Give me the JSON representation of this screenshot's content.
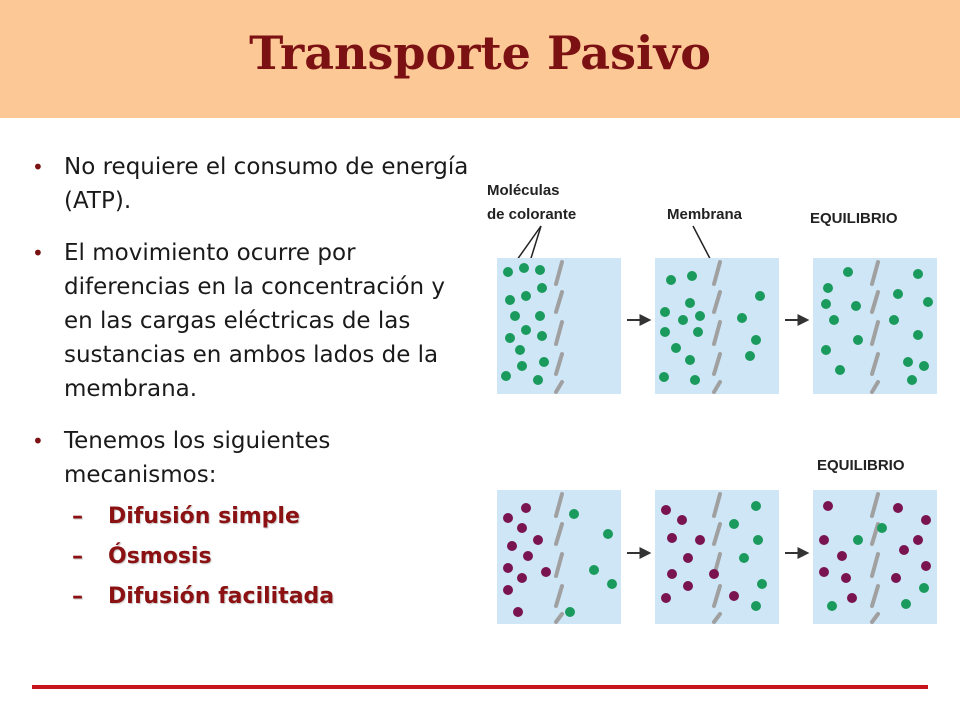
{
  "title": "Transporte Pasivo",
  "bullets": [
    "No requiere el consumo de energía (ATP).",
    "El movimiento ocurre por diferencias en la concentración y en las cargas eléctricas de las sustancias en ambos lados de la membrana.",
    "Tenemos los siguientes mecanismos:"
  ],
  "mechanisms": [
    "Difusión simple",
    "Ósmosis",
    "Difusión facilitada"
  ],
  "diagram": {
    "label_molecules_line1": "Moléculas",
    "label_molecules_line2": "de colorante",
    "label_membrane": "Membrana",
    "label_equilibrium_top": "EQUILIBRIO",
    "label_equilibrium_bottom": "EQUILIBRIO"
  },
  "colors": {
    "header_bg": "#fcc996",
    "title": "#7b1113",
    "mechanism_text": "#8b1112",
    "footer_line": "#c4161c",
    "water": "#cfe6f7",
    "membrane": "#a0a0a0",
    "green_molecule": "#1a9a5c",
    "purple_molecule": "#7a1450"
  }
}
